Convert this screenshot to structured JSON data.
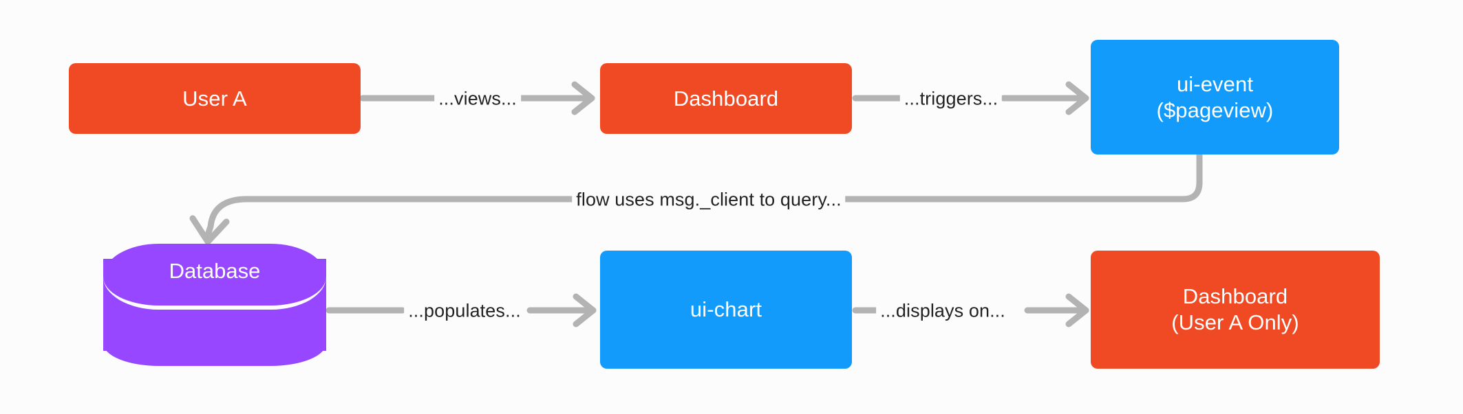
{
  "diagram": {
    "background_color": "#fcfcfc",
    "edge_color": "#b3b3b3",
    "palette": {
      "red": "#f04a24",
      "blue": "#139bfb",
      "purple": "#9747ff",
      "label_text": "#222222",
      "node_text": "#ffffff"
    },
    "nodes": [
      {
        "id": "user-a",
        "label": "User A",
        "label2": "",
        "shape": "rect",
        "color": "#f04a24"
      },
      {
        "id": "dashboard-top",
        "label": "Dashboard",
        "label2": "",
        "shape": "rect",
        "color": "#f04a24"
      },
      {
        "id": "ui-event",
        "label": "ui-event",
        "label2": "($pageview)",
        "shape": "rect",
        "color": "#139bfb"
      },
      {
        "id": "database",
        "label": "Database",
        "label2": "",
        "shape": "cylinder",
        "color": "#9747ff"
      },
      {
        "id": "ui-chart",
        "label": "ui-chart",
        "label2": "",
        "shape": "rect",
        "color": "#139bfb"
      },
      {
        "id": "dashboard-bottom",
        "label": "Dashboard",
        "label2": "(User A Only)",
        "shape": "rect",
        "color": "#f04a24"
      }
    ],
    "edges": [
      {
        "id": "e1",
        "from": "user-a",
        "to": "dashboard-top",
        "label": "...views..."
      },
      {
        "id": "e2",
        "from": "dashboard-top",
        "to": "ui-event",
        "label": "...triggers..."
      },
      {
        "id": "e3",
        "from": "ui-event",
        "to": "database",
        "label": "flow uses msg._client to query..."
      },
      {
        "id": "e4",
        "from": "database",
        "to": "ui-chart",
        "label": "...populates..."
      },
      {
        "id": "e5",
        "from": "ui-chart",
        "to": "dashboard-bottom",
        "label": "...displays on..."
      }
    ]
  }
}
